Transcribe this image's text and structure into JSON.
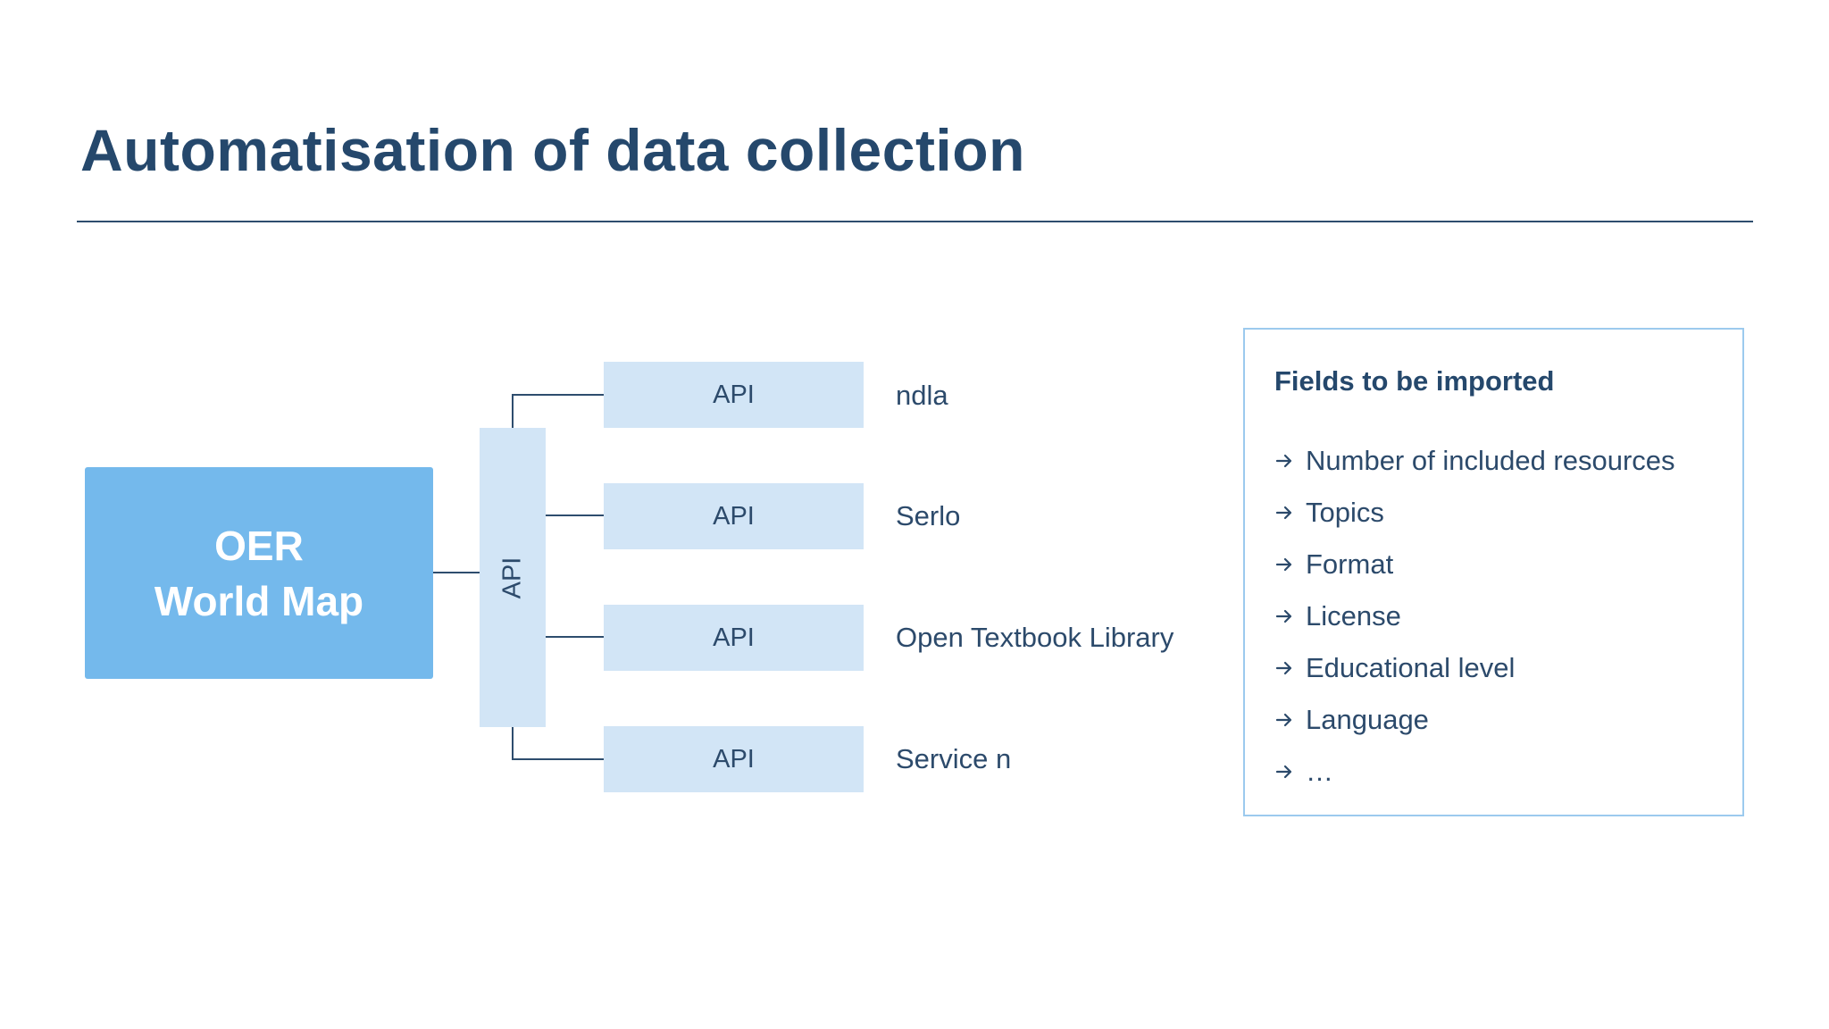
{
  "slide": {
    "title": "Automatisation of data collection"
  },
  "diagram": {
    "main_box": {
      "line1": "OER",
      "line2": "World Map"
    },
    "api_bar_label": "API",
    "services": [
      {
        "api_label": "API",
        "name": "ndla"
      },
      {
        "api_label": "API",
        "name": "Serlo"
      },
      {
        "api_label": "API",
        "name": "Open Textbook Library"
      },
      {
        "api_label": "API",
        "name": "Service n"
      }
    ]
  },
  "fields": {
    "title": "Fields to be imported",
    "items": [
      "Number of included resources",
      "Topics",
      "Format",
      "License",
      "Educational level",
      "Language",
      "…"
    ]
  },
  "colors": {
    "title_text": "#25486c",
    "main_box_fill": "#74b9ec",
    "api_fill": "#d2e5f6",
    "fields_border": "#9ccaee",
    "connector": "#2e4d6e"
  }
}
